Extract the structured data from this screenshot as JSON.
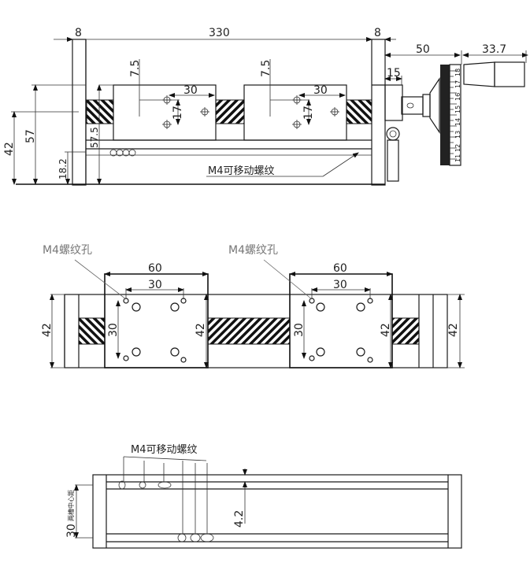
{
  "drawing": {
    "title": "Linear stage technical drawing",
    "views": {
      "side": {
        "dims": {
          "end_plate_left": "8",
          "overall_length": "330",
          "end_plate_right": "8",
          "handwheel_length": "50",
          "handle_length": "33.7",
          "motor_flange": "15",
          "hole_offset_left": "7.5",
          "hole_offset_right": "7.5",
          "hole_spacing_left": "30",
          "hole_spacing_right": "30",
          "hole_vert_left": "17",
          "hole_vert_right": "17",
          "height_42": "42",
          "height_57": "57",
          "height_57_5": "57.5",
          "height_18_2": "18.2"
        },
        "callout": "M4可移动螺纹",
        "dial_numbers": [
          "11",
          "12",
          "13",
          "14",
          "15",
          "16",
          "17",
          "18"
        ]
      },
      "top": {
        "callouts": [
          "M4螺纹孔",
          "M4螺纹孔"
        ],
        "dims": {
          "carriage_width_left": "60",
          "hole_spacing_left": "30",
          "hole_vert_left": "30",
          "carriage_height_left": "42",
          "carriage_width_right": "60",
          "hole_spacing_right": "30",
          "hole_vert_right": "30",
          "carriage_height_right": "42",
          "base_height_left": "42",
          "base_height_right": "42"
        }
      },
      "bottom": {
        "callout": "M4可移动螺纹",
        "dims": {
          "slot_offset": "4.2",
          "slot_center": "30",
          "slot_center_note": "两槽中心距"
        }
      }
    }
  }
}
